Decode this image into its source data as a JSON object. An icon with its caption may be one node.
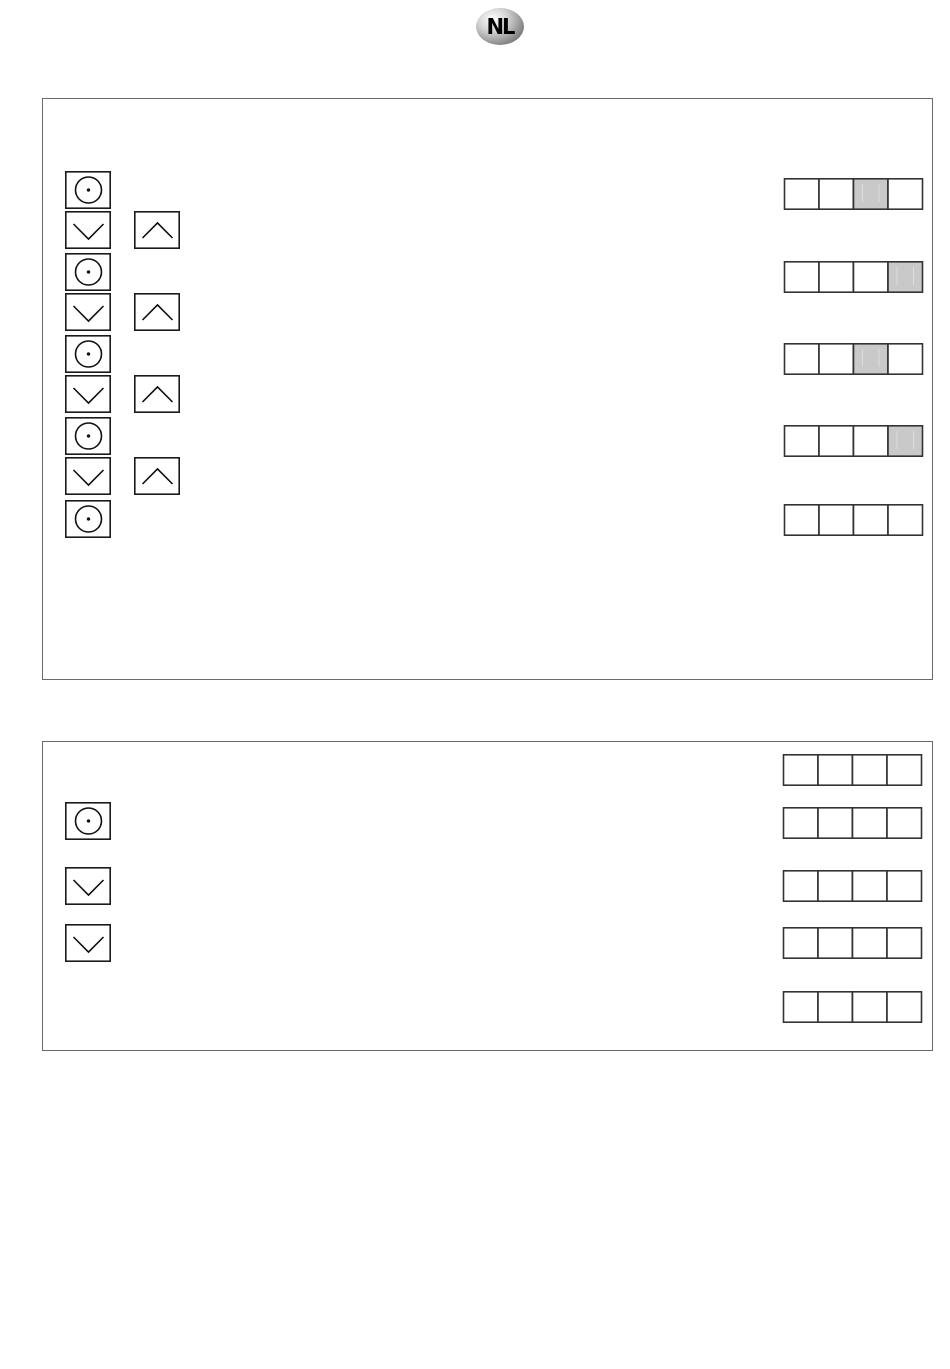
{
  "diagram": {
    "nodes": [
      {
        "text": [],
        "shape": "box"
      },
      {
        "text": [],
        "shape": "box"
      }
    ],
    "labels": [
      "NL"
    ]
  }
}
